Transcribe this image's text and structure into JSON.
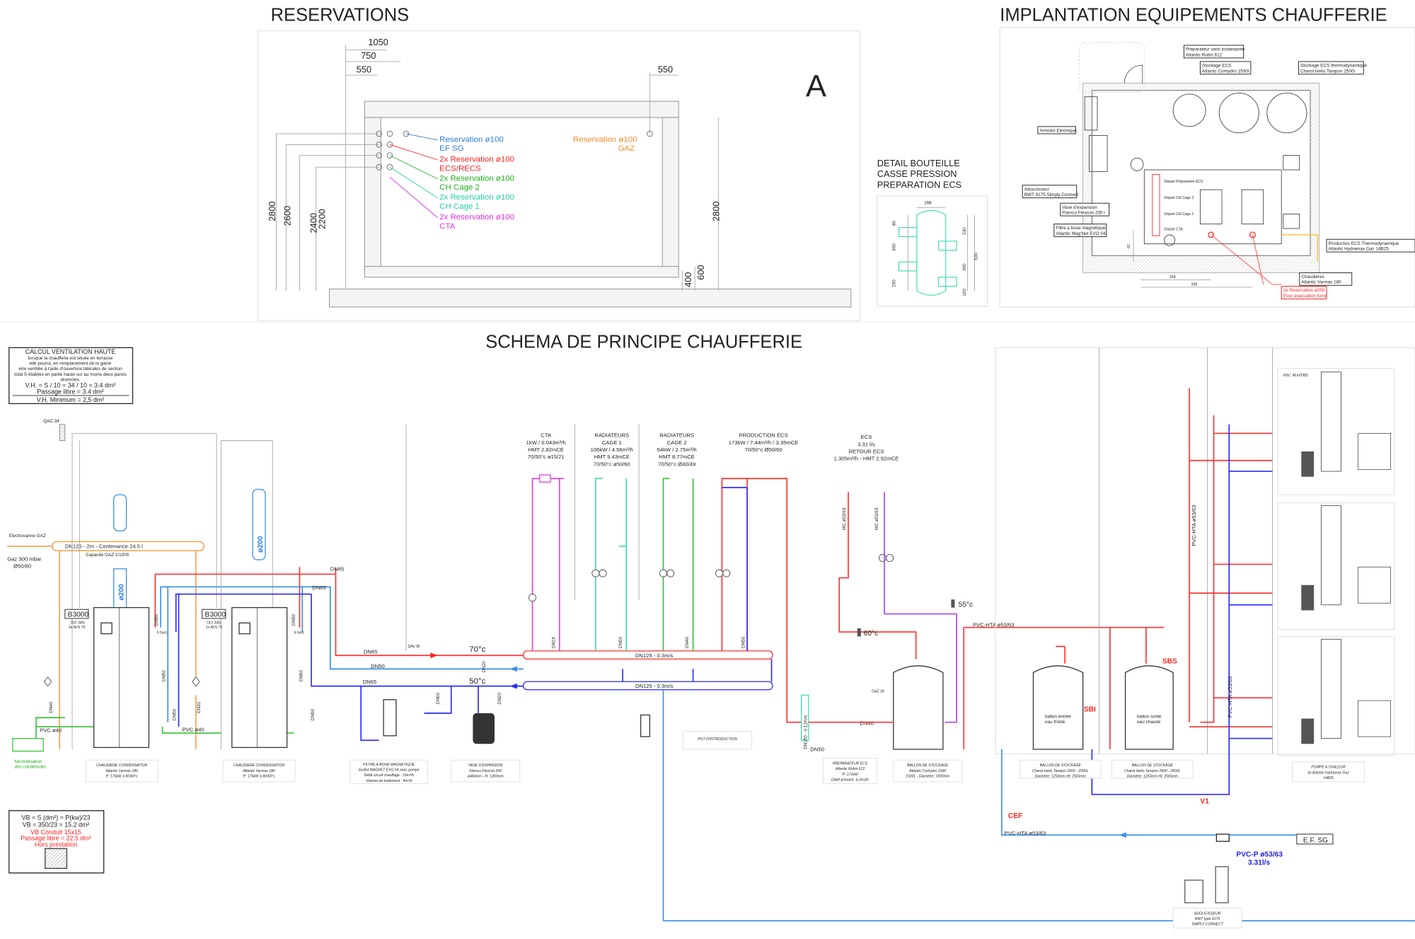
{
  "titles": {
    "reservations": "RESERVATIONS",
    "implantation": "IMPLANTATION EQUIPEMENTS CHAUFFERIE",
    "schema": "SCHEMA DE PRINCIPE CHAUFFERIE"
  },
  "reservations": {
    "section_letter": "A",
    "dims_top": [
      "1050",
      "750",
      "550",
      "550"
    ],
    "dims_left": [
      "2800",
      "2600",
      "2400",
      "2200"
    ],
    "dims_right": [
      "2800",
      "400",
      "600"
    ],
    "legend": [
      {
        "text": "Reservation ø100",
        "color": "#2b7be0"
      },
      {
        "text": "EF SG",
        "color": "#2b7be0"
      },
      {
        "text": "2x Reservation ø100",
        "color": "#ff2020"
      },
      {
        "text": "ECS/RECS",
        "color": "#ff2020"
      },
      {
        "text": "2x Reservation ø100",
        "color": "#19b019"
      },
      {
        "text": "CH Cage 2",
        "color": "#19b019"
      },
      {
        "text": "2x Reservation ø100",
        "color": "#22d0a8"
      },
      {
        "text": "CH Cage 1",
        "color": "#22d0a8"
      },
      {
        "text": "2x Reservation ø100",
        "color": "#e030e0"
      },
      {
        "text": "CTA",
        "color": "#e030e0"
      }
    ],
    "gas_legend": [
      "Reservation ø100",
      "GAZ"
    ]
  },
  "detail": {
    "title": [
      "DETAIL BOUTEILLE",
      "CASSE PRESSION",
      "PREPARATION ECS"
    ],
    "dims": [
      "168",
      "80",
      "300",
      "250",
      "230",
      "300",
      "100",
      "630"
    ]
  },
  "implantation": {
    "labels": [
      [
        "Preparateur semi instantanée",
        "Atlantic Rubis 612"
      ],
      [
        "Stockage ECS",
        "Atlantic Corhydro 1500l"
      ],
      [
        "Stockage ECS thermodynamique",
        "Charot Helio Tampon 2500l"
      ],
      [
        "Armoire Electrique"
      ],
      [
        "Adoucisseur",
        "BWT 9175 Simply Connect"
      ],
      [
        "Vase d'expansion",
        "Flamco Flexcon 200 l"
      ],
      [
        "Filtre a boue magnétique",
        "Atlantic Mag'Net EVO 04"
      ],
      [
        "Production ECS Thermodynamique",
        "Atlantic Hydramax Gaz 14B25"
      ],
      [
        "Chaudières",
        "Atlantic Varmax 180"
      ],
      [
        "2x Reservation ø250",
        "Pour evacuation fumé"
      ]
    ],
    "departs": [
      "Départ Préparation ECS",
      "Départ CH Cage 2",
      "Départ CH Cage 1",
      "Départ CTA"
    ],
    "dims": [
      "254",
      "398",
      "62"
    ]
  },
  "schema": {
    "ventilation": {
      "title": "CALCUL VENTILATION HAUTE",
      "note": [
        "lorsque la chaufferie est située en terrasse",
        "elle pourra, en remplacement de la gaine",
        "etre ventilée à l'aide d'ouverture latérales de section",
        "total S établies en partie haute sur au moins deux parois",
        "distinctes."
      ],
      "formula": "V.H.   = S / 10 = 34 / 10 = 3.4 dm²",
      "passage": "Passage libre = 3.4 dm²",
      "minimum": "V.H. Minimum = 2,5 dm²"
    },
    "vb": {
      "line1": "VB = S (dm²) = P(kw)/23",
      "line2": "VB = 350/23 = 15.2 dm²",
      "red": [
        "VB Conduit 15x15",
        "Passage libre = 22.5 dm²",
        "Hors prestation"
      ]
    },
    "gas": {
      "qac": "QAC 34",
      "electrovanne": "Electrovanne GAZ",
      "supply": [
        "Gaz 300 mbar",
        "Ø50/60"
      ],
      "manifold": "DN125 - 2m - Contenance 24.5 l",
      "capacity": "Capacité GAZ 1/1000"
    },
    "boiler_ctrl": [
      {
        "name": "B3000",
        "sub": [
          "OCI 345/",
          "3x AVS 75"
        ]
      },
      {
        "name": "B3000",
        "sub": [
          "OCI 345/",
          "1x AVS 75"
        ]
      }
    ],
    "flue": "ø200",
    "neutralisation": [
      "Neutralisation",
      "des condensats"
    ],
    "pvc40": "PVC ø40",
    "circuits": [
      [
        "CTA",
        "1kW / 0.043m³/h",
        "HMT 2.82mCE",
        "70/50°c ø15/21"
      ],
      [
        "RADIATEURS",
        "CAGE 1",
        "106kW / 4.56m³/h",
        "HMT 9.43mCE",
        "70/50°c ø50/60"
      ],
      [
        "RADIATEURS",
        "CAGE 2",
        "64kW / 2.75m³/h",
        "HMT 8.77mCE",
        "70/50°c Ø40/49"
      ],
      [
        "PRODUCTION ECS",
        "173kW / 7.44m³/h / 3.35mCE",
        "70/50°c Ø50/60"
      ]
    ],
    "ecs": [
      "ECS",
      "3.31 l/s",
      "RETOUR ECS",
      "1.305m³/h - HMT 2.92mCE"
    ],
    "pipes": {
      "dn65": "DN65",
      "dn50": "DN50",
      "dn20": "DN20",
      "dn15": "DN15",
      "dn40": "DN40",
      "dn32": "DN32",
      "collector": "DN125 - 0.3m/s",
      "hot": "70°c",
      "cold": "50°c",
      "qaz": "QAz 36",
      "gaz36": "GAZ 36",
      "dn150": "DN150 - 0.12m/s",
      "mc": "MC ø53/63",
      "t55": "55°c",
      "t60": "60°c",
      "pvchta": "PVC-HTA ø53/63",
      "pvcp": "PVC-P ø53/63",
      "flow": "3.31l/s",
      "efsg": "E.F. SG",
      "sbs": "SBS",
      "sbi": "SBI",
      "cef": "CEF",
      "v1": "V1",
      "ballon_in": [
        "ballon entrée",
        "eau froide"
      ],
      "ballon_out": [
        "ballon sortie",
        "eau chaude"
      ],
      "pac": "PAC MAITRE",
      "pot": "POT D'INTRODUCTION",
      "bars": "6 bars"
    },
    "captions": [
      [
        "CHAUDIERE CONDENSATION",
        "Atlantic Varmax 180",
        "P: 175kW à 80/60°c"
      ],
      [
        "CHAUDIERE CONDENSATION",
        "Atlantic Varmax 180",
        "P: 175kW à 80/60°c"
      ],
      [
        "FILTRE A BOUE MAGNETIQUE",
        "Guillot MAGNET EVO 04 avec pompe",
        "Débit circuit chauffage : 15m³/h",
        "Volume de traitement : 4m³/h"
      ],
      [
        "VASE D'EXPANSION",
        "Flamco Flexcon 200",
        "ø484mm - H: 1300mm"
      ],
      [
        "PREPARATEUR ECS",
        "Atlantic Rubis 612",
        "P: 171kW",
        "Débit primaire: 6.2m3/h"
      ],
      [
        "BALLON DE STOCKAGE",
        "Atlantic Corhydro 1500",
        "1500L - Diamètre: 1000mm"
      ],
      [
        "BALLON DE STOCKAGE",
        "Charot Helio Tampon 2500 - 2500L",
        "Diamètre: 1250mm Ht: 2565mm"
      ],
      [
        "BALLON DE STOCKAGE",
        "Charot Helio Tampon 2500 - 2500L",
        "Diamètre: 1250mm Ht: 2565mm"
      ],
      [
        "POMPE A CHALEUR",
        "3x Atlantic Hydramax Gaz",
        "14B25"
      ],
      [
        "ADOUCISSEUR",
        "BWT type 9175",
        "SIMPLY CONNECT"
      ]
    ]
  },
  "colors": {
    "hot": "#ff3030",
    "return": "#3a8ee8",
    "return_dark": "#2a2aff",
    "gas": "#f7a14a",
    "cage2": "#36c236",
    "cage1": "#3ddbb0",
    "cta": "#e040e0",
    "recs": "#b040ff"
  }
}
